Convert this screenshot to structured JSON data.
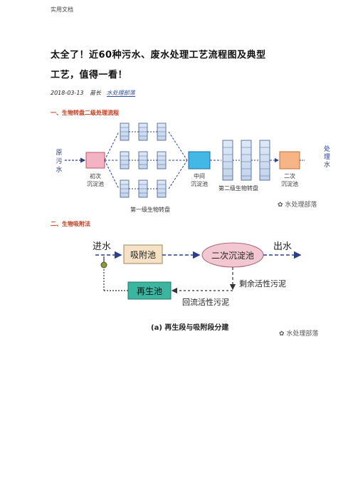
{
  "header": {
    "label": "实用文档"
  },
  "article": {
    "title_line1": "太全了！近60种污水、废水处理工艺流程图及典型",
    "title_line2": "工艺，值得一看！",
    "date": "2018-03-13",
    "author": "苗长",
    "source": "水处理部落"
  },
  "section1": {
    "heading": "一、生物转盘二级处理流程",
    "inlet_label": [
      "原",
      "污",
      "水"
    ],
    "outlet_label": [
      "处",
      "理",
      "水"
    ],
    "primary_tank": [
      "初次",
      "沉淀池"
    ],
    "middle_tank": [
      "中间",
      "沉淀池"
    ],
    "stage2": "第二级生物转盘",
    "secondary_tank": [
      "二次",
      "沉淀池"
    ],
    "stage1": "第一级生物转盘",
    "watermark": "水处理部落"
  },
  "section2": {
    "heading": "二、生物吸附法",
    "inlet": "进水",
    "adsorption": "吸附池",
    "sedimentation": "二次沉淀池",
    "outlet": "出水",
    "regeneration": "再生池",
    "excess_sludge": "剩余活性污泥",
    "return_sludge": "回流活性污泥",
    "caption": "(a) 再生段与吸附段分建",
    "watermark": "水处理部落"
  }
}
